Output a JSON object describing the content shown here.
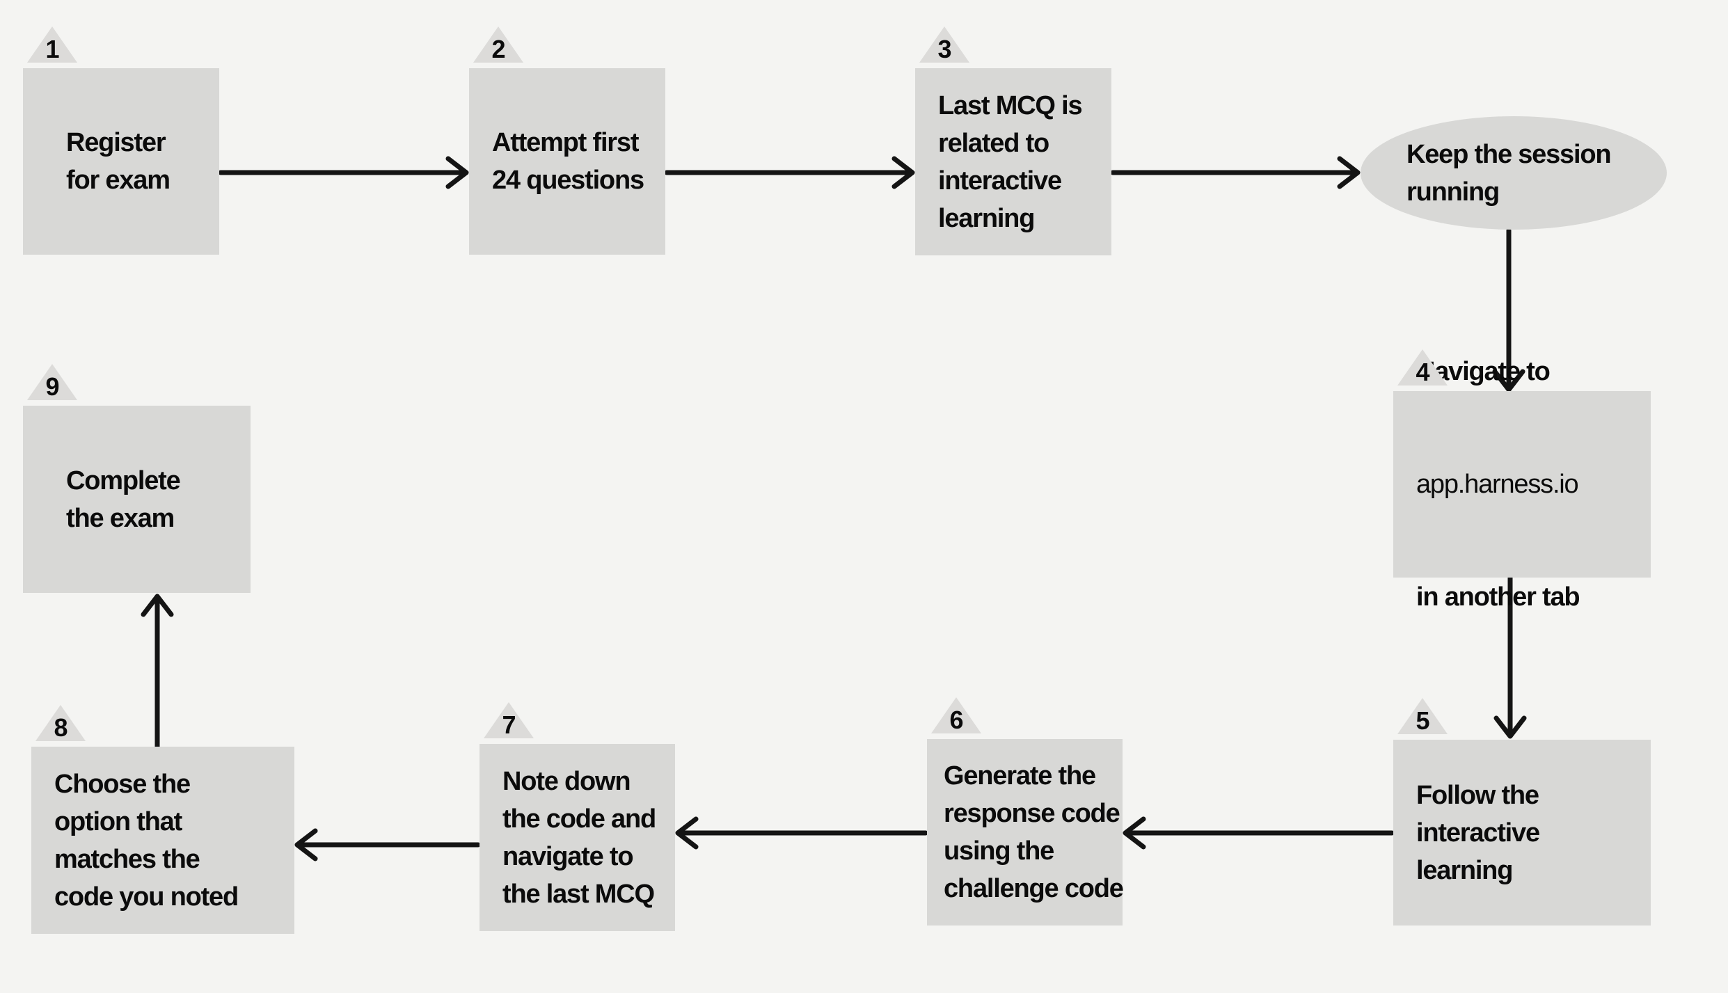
{
  "flowchart": {
    "colors": {
      "bg": "#f4f4f2",
      "box": "#d8d8d6",
      "badge": "#dcdbd9",
      "ink": "#0b0b0b",
      "arrow": "#141414"
    },
    "nodes": [
      {
        "number": "1",
        "label": "Register\nfor exam"
      },
      {
        "number": "2",
        "label": "Attempt first\n24 questions"
      },
      {
        "number": "3",
        "label": "Last MCQ is\nrelated to\ninteractive\nlearning"
      },
      {
        "number": "4",
        "line1": "Navigate to",
        "line2": "app.harness.io",
        "line3": "in another tab"
      },
      {
        "number": "5",
        "label": "Follow the\ninteractive\nlearning"
      },
      {
        "number": "6",
        "label": "Generate the\nresponse code\nusing the\nchallenge code"
      },
      {
        "number": "7",
        "label": "Note down\nthe code and\nnavigate to\nthe last MCQ"
      },
      {
        "number": "8",
        "label": "Choose the\noption that\nmatches the\ncode you noted"
      },
      {
        "number": "9",
        "label": "Complete\nthe exam"
      }
    ],
    "ellipse": {
      "label": "Keep the session\nrunning"
    }
  }
}
